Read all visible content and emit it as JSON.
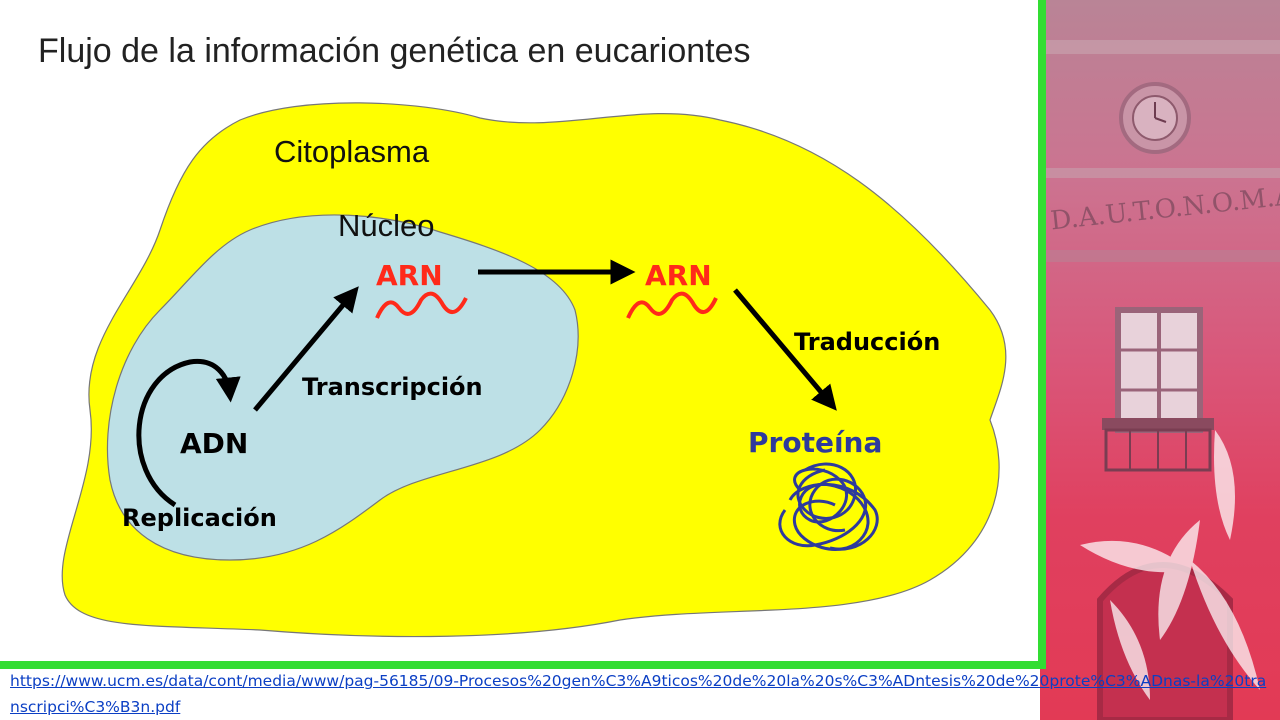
{
  "slide": {
    "title": "Flujo de la información genética en eucariontes",
    "source_url": "https://www.ucm.es/data/cont/media/www/pag-56185/09-Procesos%20gen%C3%A9ticos%20de%20la%20s%C3%ADntesis%20de%20prote%C3%ADnas-la%20transcripci%C3%B3n.pdf",
    "side_banner_text": "D.A.U.T.O.N.O.M.A"
  },
  "diagram": {
    "cytoplasm_label": "Citoplasma",
    "nucleus_label": "Núcleo",
    "dna_label": "ADN",
    "replication_label": "Replicación",
    "transcription_label": "Transcripción",
    "rna_nucleus_label": "ARN",
    "rna_cytoplasm_label": "ARN",
    "translation_label": "Traducción",
    "protein_label": "Proteína"
  },
  "colors": {
    "cytoplasm": "#ffff00",
    "nucleus": "#bde0e6",
    "rna": "#ff2a1a",
    "protein": "#2e3a9c",
    "frame": "#33dd33",
    "link": "#0b3fc4"
  },
  "icons": [
    "clock-icon",
    "window-icon",
    "balcony-icon",
    "leaf-logo-icon",
    "arrow-icon"
  ]
}
